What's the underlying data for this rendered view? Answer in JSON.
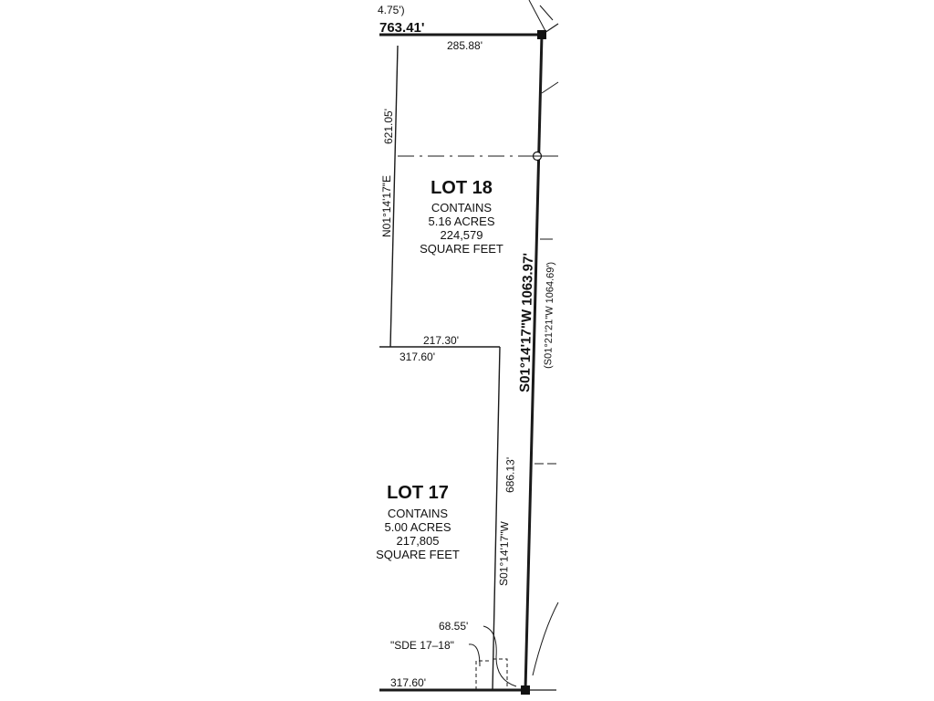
{
  "plat": {
    "top_left_partial": "4.75')",
    "top_left_distance": "763.41'",
    "top_boundary_distance": "285.88'",
    "lot18_west_distance": "621.05'",
    "lot18_west_bearing": "N01°14'17\"E",
    "east_bearing_distance": "S01°14'17\"W   1063.97'",
    "east_record": "(S01°21'21\"W 1064.69')",
    "lot18_south_distance": "217.30'",
    "lot17_north_distance": "317.60'",
    "lot17_east_distance": "686.13'",
    "lot17_east_bearing": "S01°14'17\"W",
    "segment_distance": "68.55'",
    "easement_label": "\"SDE 17–18\"",
    "bottom_distance": "317.60'"
  },
  "lots": [
    {
      "title": "LOT 18",
      "contains": "CONTAINS",
      "acres": "5.16 ACRES",
      "sqft_value": "224,579",
      "sqft_label": "SQUARE FEET"
    },
    {
      "title": "LOT 17",
      "contains": "CONTAINS",
      "acres": "5.00 ACRES",
      "sqft_value": "217,805",
      "sqft_label": "SQUARE FEET"
    }
  ]
}
